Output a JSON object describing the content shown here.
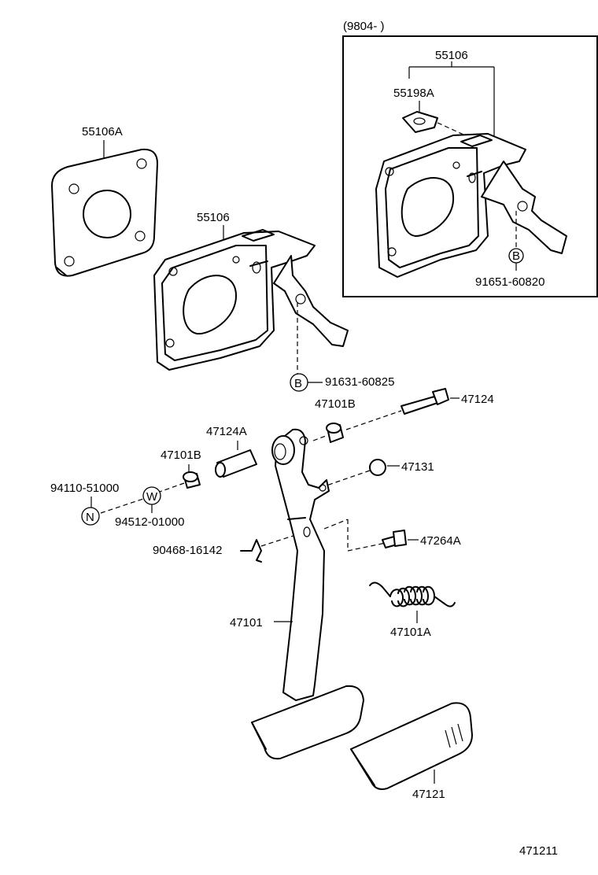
{
  "inset": {
    "header": "(9804-        )",
    "part_55106": "55106",
    "part_55198A": "55198A",
    "bolt_91651": "91651-60820",
    "marker_b": "B"
  },
  "parts": {
    "p55106A": "55106A",
    "p55106": "55106",
    "bolt_91631": "91631-60825",
    "marker_b": "B",
    "p47101B_right": "47101B",
    "p47124": "47124",
    "p47124A": "47124A",
    "p47101B_left": "47101B",
    "p47131": "47131",
    "p94110": "94110-51000",
    "marker_w": "W",
    "marker_n": "N",
    "p94512": "94512-01000",
    "p90468": "90468-16142",
    "p47264A": "47264A",
    "p47101A": "47101A",
    "p47101": "47101",
    "p47121": "47121"
  },
  "diagram_id": "471211"
}
